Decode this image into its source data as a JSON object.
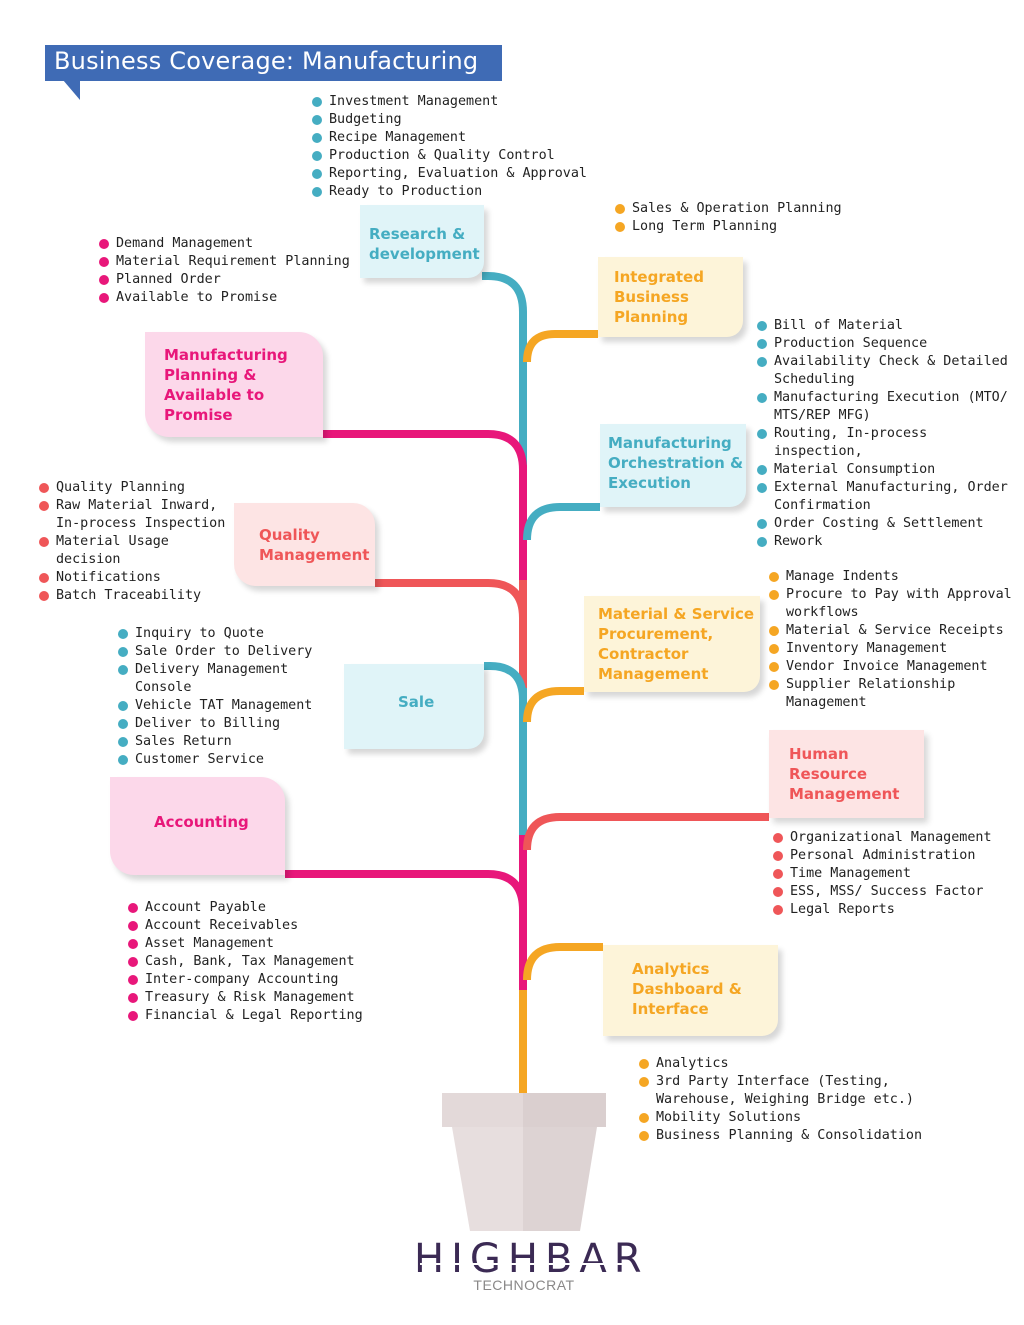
{
  "title": "Business Coverage: Manufacturing",
  "colors": {
    "teal": "#45adc2",
    "orange": "#f5a623",
    "pink": "#e8177a",
    "coral": "#ef5658",
    "banner": "#3f6bb5"
  },
  "nodes": [
    {
      "id": "research",
      "label": "Research &\ndevelopment",
      "color": "teal",
      "items": [
        "Investment Management",
        "Budgeting",
        "Recipe Management",
        "Production & Quality Control",
        "Reporting, Evaluation & Approval",
        "Ready to Production"
      ]
    },
    {
      "id": "ibp",
      "label": "Integrated\nBusiness\nPlanning",
      "color": "orange",
      "items": [
        "Sales & Operation Planning",
        "Long Term Planning"
      ]
    },
    {
      "id": "mpap",
      "label": "Manufacturing\nPlanning &\nAvailable to\nPromise",
      "color": "pink",
      "items": [
        "Demand Management",
        "Material Requirement Planning",
        "Planned Order",
        "Available to Promise"
      ]
    },
    {
      "id": "moe",
      "label": "Manufacturing\nOrchestration &\nExecution",
      "color": "teal",
      "items": [
        "Bill of Material",
        "Production Sequence",
        "Availability Check & Detailed\nScheduling",
        "Manufacturing Execution (MTO/\nMTS/REP MFG)",
        "Routing, In-process inspection,",
        "Material Consumption",
        "External Manufacturing, Order\nConfirmation",
        "Order Costing & Settlement",
        "Rework"
      ]
    },
    {
      "id": "quality",
      "label": "Quality\nManagement",
      "color": "coral",
      "items": [
        "Quality Planning",
        "Raw Material Inward,\nIn-process Inspection",
        "Material Usage decision",
        "Notifications",
        "Batch Traceability"
      ]
    },
    {
      "id": "procurement",
      "label": "Material & Service\nProcurement,\nContractor\nManagement",
      "color": "orange",
      "items": [
        "Manage Indents",
        "Procure to Pay with Approval\nworkflows",
        "Material & Service Receipts",
        "Inventory Management",
        "Vendor Invoice Management",
        "Supplier Relationship\nManagement"
      ]
    },
    {
      "id": "sale",
      "label": "Sale",
      "color": "teal",
      "items": [
        "Inquiry to Quote",
        "Sale Order to Delivery",
        "Delivery Management Console",
        "Vehicle TAT Management",
        "Deliver to Billing",
        "Sales Return",
        "Customer Service"
      ]
    },
    {
      "id": "hr",
      "label": "Human\nResource\nManagement",
      "color": "coral",
      "items": [
        "Organizational Management",
        "Personal Administration",
        "Time Management",
        "ESS, MSS/ Success Factor",
        "Legal Reports"
      ]
    },
    {
      "id": "accounting",
      "label": "Accounting",
      "color": "pink",
      "items": [
        "Account Payable",
        "Account Receivables",
        "Asset Management",
        "Cash, Bank, Tax Management",
        "Inter-company Accounting",
        "Treasury & Risk Management",
        "Financial & Legal Reporting"
      ]
    },
    {
      "id": "analytics",
      "label": "Analytics\nDashboard &\nInterface",
      "color": "orange",
      "items": [
        "Analytics",
        "3rd Party Interface (Testing,\nWarehouse, Weighing Bridge etc.)",
        "Mobility Solutions",
        "Business Planning & Consolidation"
      ]
    }
  ],
  "logo": {
    "main": "HIGHBAR",
    "sub": "TECHNOCRAT"
  }
}
